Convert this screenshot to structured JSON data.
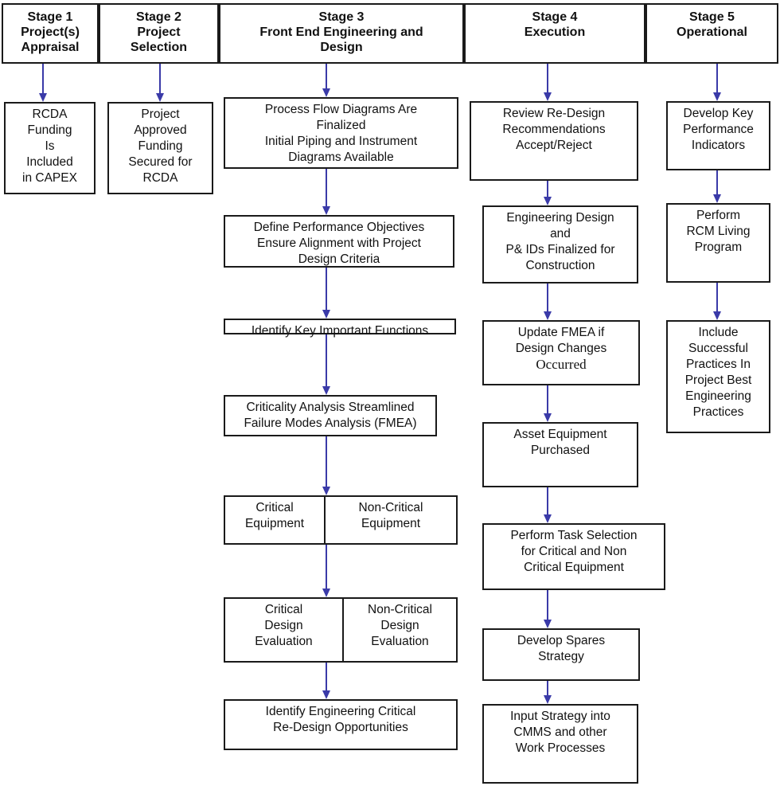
{
  "stages": [
    {
      "id": "stage1",
      "lines": [
        "Stage 1",
        "Project(s)",
        "Appraisal"
      ]
    },
    {
      "id": "stage2",
      "lines": [
        "Stage 2",
        "Project",
        "Selection"
      ]
    },
    {
      "id": "stage3",
      "lines": [
        "Stage 3",
        "Front End Engineering and",
        "Design"
      ]
    },
    {
      "id": "stage4",
      "lines": [
        "Stage 4",
        "Execution"
      ]
    },
    {
      "id": "stage5",
      "lines": [
        "Stage 5",
        "Operational"
      ]
    }
  ],
  "stage1_steps": [
    {
      "lines": [
        "RCDA",
        "Funding",
        "Is",
        "Included",
        "in CAPEX"
      ]
    }
  ],
  "stage2_steps": [
    {
      "lines": [
        "Project",
        "Approved",
        "Funding",
        "Secured for",
        "RCDA"
      ]
    }
  ],
  "stage3_steps": [
    {
      "lines": [
        "Process Flow Diagrams Are",
        "Finalized",
        "Initial Piping and Instrument",
        "Diagrams Available"
      ]
    },
    {
      "lines": [
        "Define Performance Objectives",
        "Ensure Alignment with Project",
        "Design Criteria"
      ]
    },
    {
      "lines": [
        "Identify Key Important Functions"
      ]
    },
    {
      "lines": [
        "Criticality Analysis Streamlined",
        "Failure Modes Analysis (FMEA)"
      ]
    },
    {
      "left": [
        "Critical",
        "Equipment"
      ],
      "right": [
        "Non-Critical",
        "Equipment"
      ]
    },
    {
      "left": [
        "Critical",
        "Design",
        "Evaluation"
      ],
      "right": [
        "Non-Critical",
        "Design",
        "Evaluation"
      ]
    },
    {
      "lines": [
        "Identify Engineering Critical",
        "Re-Design Opportunities"
      ]
    }
  ],
  "stage4_steps": [
    {
      "lines": [
        "Review Re-Design",
        "Recommendations",
        "Accept/Reject"
      ]
    },
    {
      "lines": [
        "Engineering Design",
        "and",
        "P& IDs Finalized for",
        "Construction"
      ]
    },
    {
      "lines": [
        "Update FMEA if",
        "Design Changes",
        "Occurred"
      ]
    },
    {
      "lines": [
        "Asset Equipment",
        "Purchased"
      ]
    },
    {
      "lines": [
        "Perform Task Selection",
        "for Critical and Non",
        "Critical Equipment"
      ]
    },
    {
      "lines": [
        "Develop Spares",
        "Strategy"
      ]
    },
    {
      "lines": [
        "Input Strategy into",
        "CMMS and other",
        "Work Processes"
      ]
    }
  ],
  "stage5_steps": [
    {
      "lines": [
        "Develop Key",
        "Performance",
        "Indicators"
      ]
    },
    {
      "lines": [
        "Perform",
        "RCM Living",
        "Program"
      ]
    },
    {
      "lines": [
        "Include",
        "Successful",
        "Practices In",
        "Project Best",
        "Engineering",
        "Practices"
      ]
    }
  ],
  "colors": {
    "arrow": "#3a3aa8",
    "border": "#1a1a1a"
  }
}
